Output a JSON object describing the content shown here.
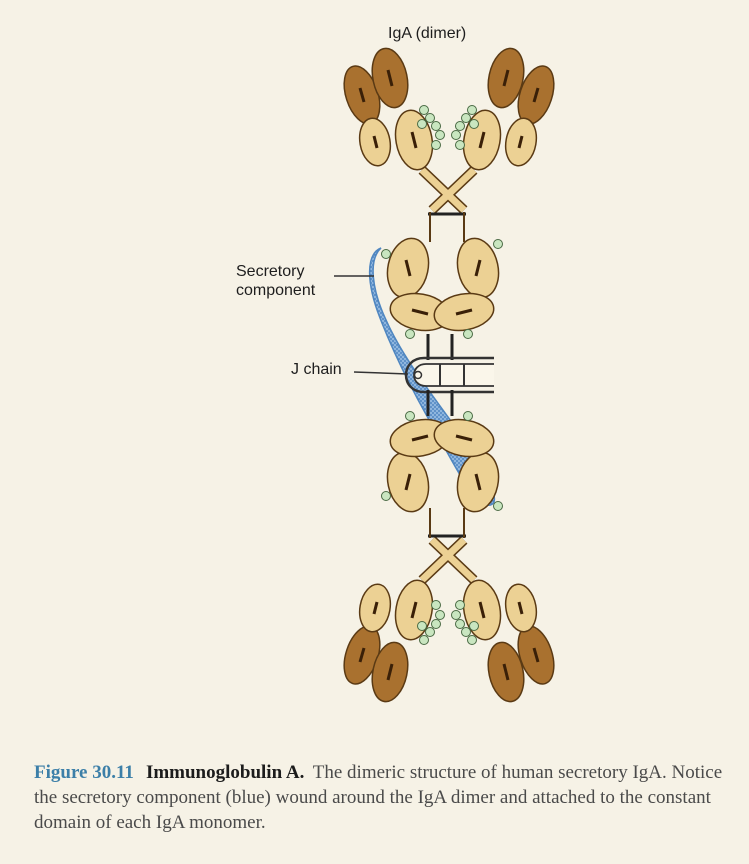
{
  "labels": {
    "iga_dimer": "IgA (dimer)",
    "secretory_line1": "Secretory",
    "secretory_line2": "component",
    "j_chain": "J chain"
  },
  "caption": {
    "figure_number": "Figure 30.11",
    "title": "Immunoglobulin A.",
    "text": "The dimeric structure of human secretory IgA. Notice the secretory component (blue) wound around the IgA dimer and attached to the constant domain of each IgA monomer."
  },
  "colors": {
    "background": "#f6f2e6",
    "light_chain": "#a9712f",
    "heavy_chain": "#ecd194",
    "outline": "#5a3a14",
    "secretory_component": "#7aa6d3",
    "carbohydrate": "#c9e6c0",
    "caption_blue": "#3c7fa8"
  }
}
